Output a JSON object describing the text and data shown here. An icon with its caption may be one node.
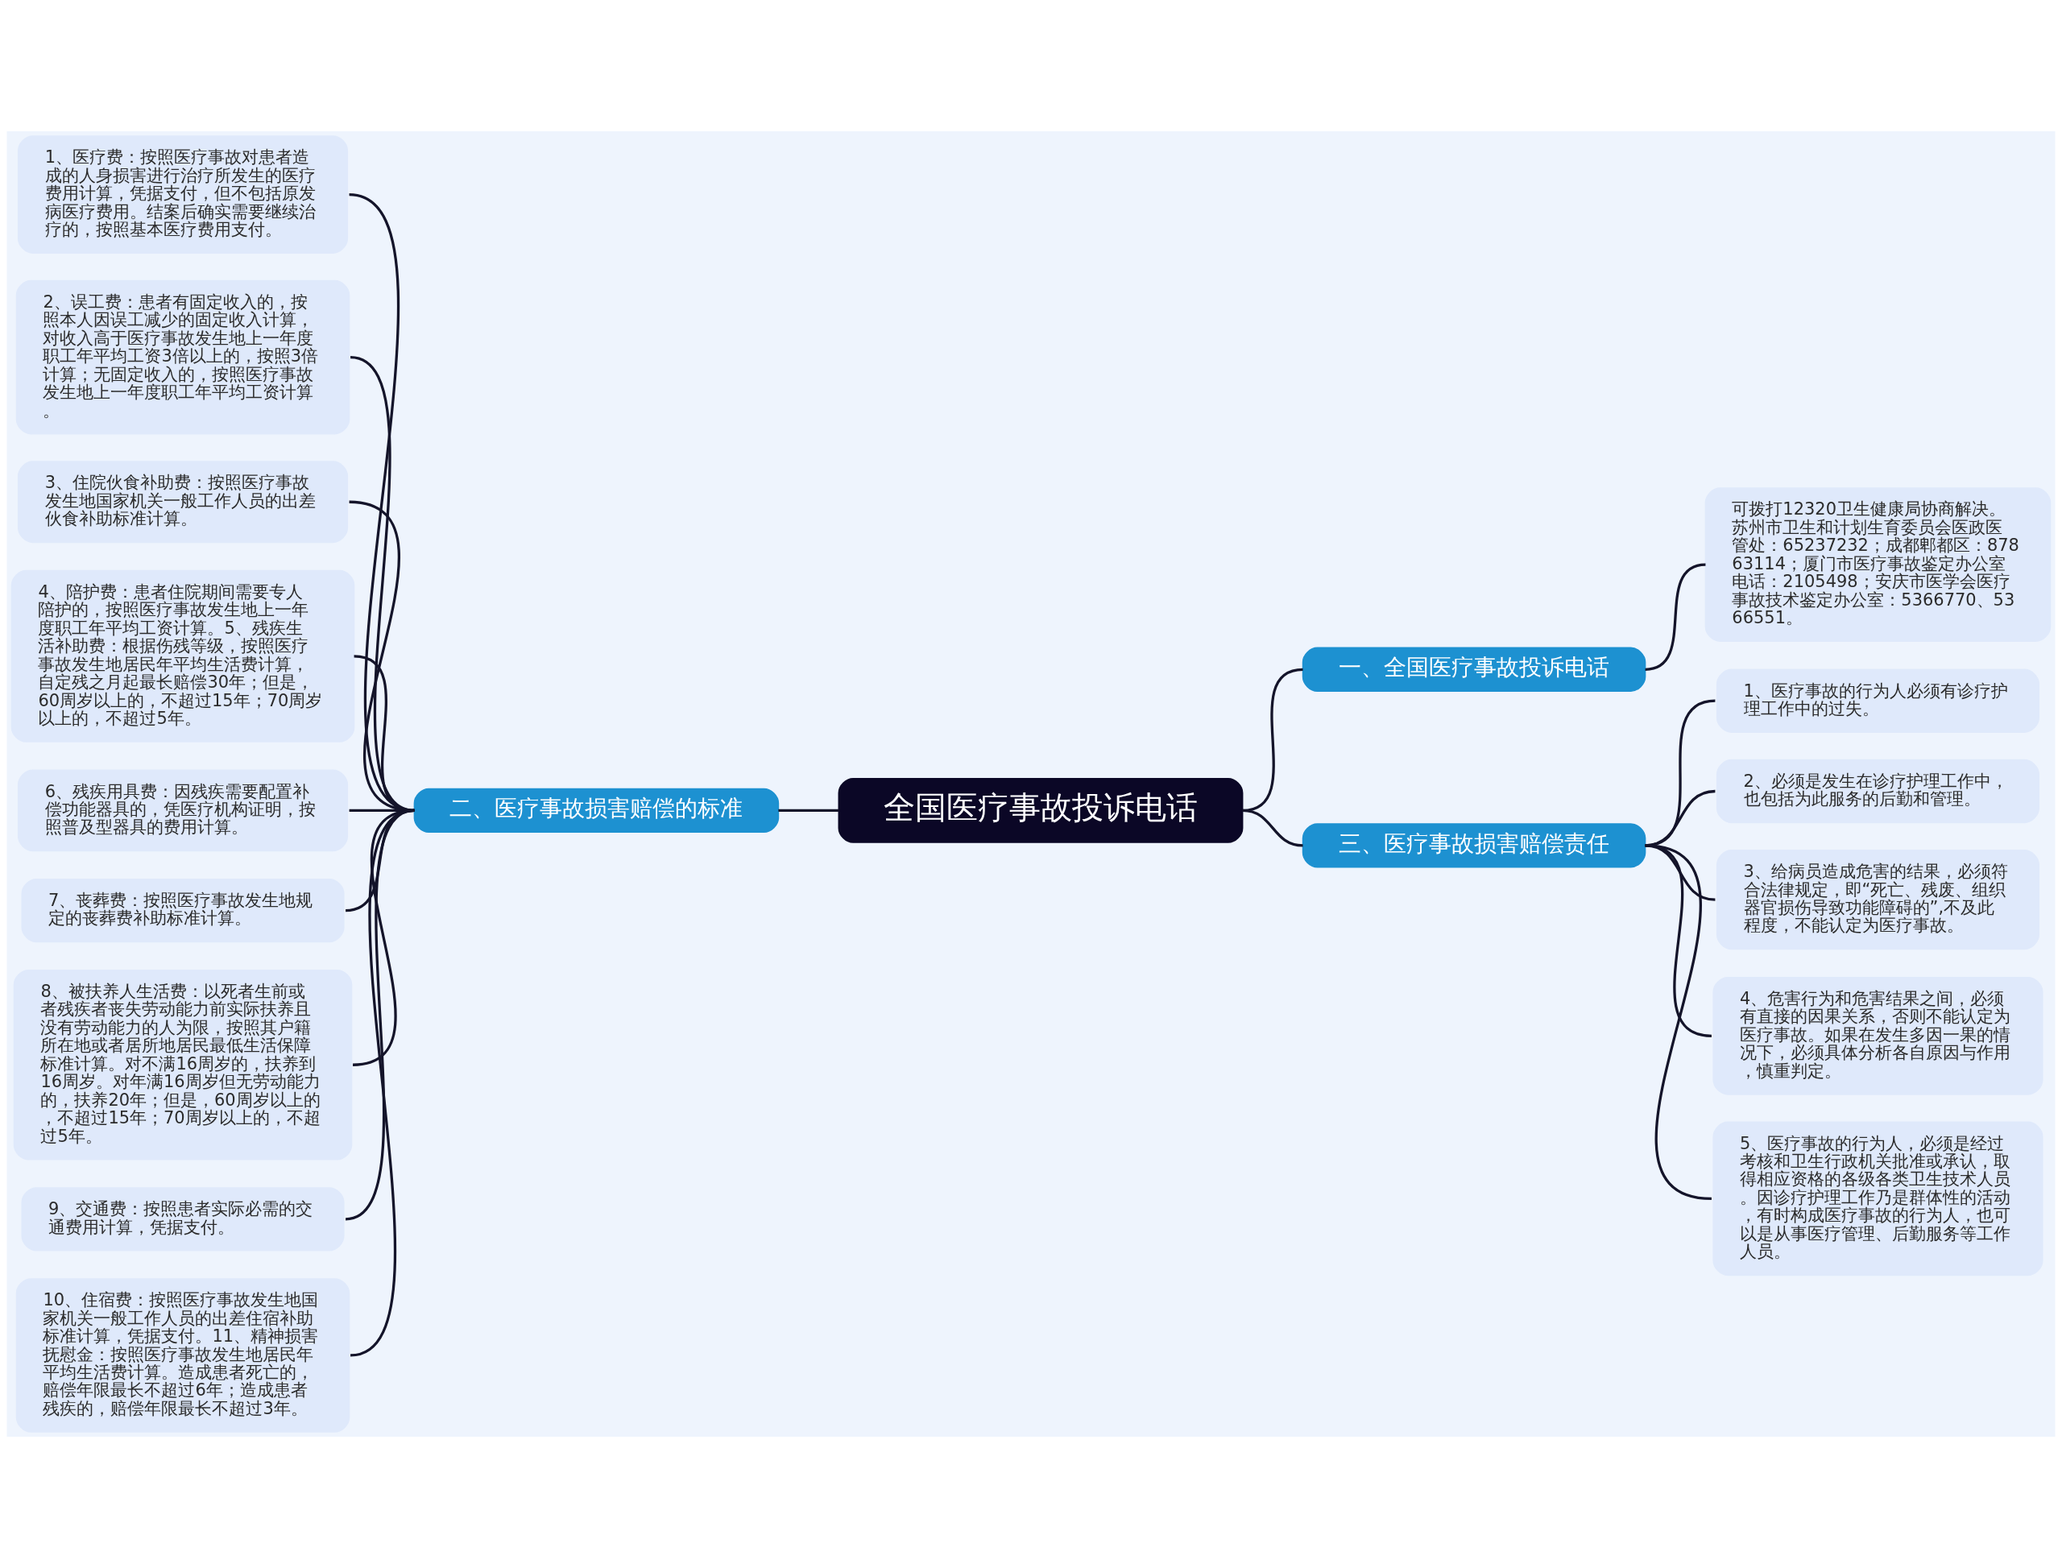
{
  "diagram": {
    "nodes": [
      {
        "text": [
          "全国医疗事故投诉电话"
        ]
      },
      {
        "text": [
          "一、全国医疗事故投诉电话"
        ]
      },
      {
        "text": [
          "可拨打12320卫生健康局协商解决。苏州市卫生和计划生育委员会医政医管处：65237232；成都郫都区：87863114；厦门市医疗事故鉴定办公室电话：2105498；安庆市医学会医疗事故技术鉴定办公室：5366770、5366551。"
        ]
      },
      {
        "text": [
          "二、医疗事故损害赔偿的标准"
        ]
      },
      {
        "text": [
          "1、医疗费：按照医疗事故对患者造成的人身损害进行治疗所发生的医疗费用计算，凭据支付，但不包括原发病医疗费用。结案后确实需要继续治疗的，按照基本医疗费用支付。"
        ]
      },
      {
        "text": [
          "2、误工费：患者有固定收入的，按照本人因误工减少的固定收入计算，对收入高于医疗事故发生地上一年度职工年平均工资3倍以上的，按照3倍计算；无固定收入的，按照医疗事故发生地上一年度职工年平均工资计算。"
        ]
      },
      {
        "text": [
          "3、住院伙食补助费：按照医疗事故发生地国家机关一般工作人员的出差伙食补助标准计算。"
        ]
      },
      {
        "text": [
          "4、陪护费：患者住院期间需要专人陪护的，按照医疗事故发生地上一年度职工年平均工资计算。5、残疾生活补助费：根据伤残等级，按照医疗事故发生地居民年平均生活费计算，自定残之月起最长赔偿30年；但是，60周岁以上的，不超过15年；70周岁以上的，不超过5年。"
        ]
      },
      {
        "text": [
          "6、残疾用具费：因残疾需要配置补偿功能器具的，凭医疗机构证明，按照普及型器具的费用计算。"
        ]
      },
      {
        "text": [
          "7、丧葬费：按照医疗事故发生地规定的丧葬费补助标准计算。"
        ]
      },
      {
        "text": [
          "8、被扶养人生活费：以死者生前或者残疾者丧失劳动能力前实际扶养且没有劳动能力的人为限，按照其户籍所在地或者居所地居民最低生活保障标准计算。对不满16周岁的，扶养到16周岁。对年满16周岁但无劳动能力的，扶养20年；但是，60周岁以上的，不超过15年；70周岁以上的，不超过5年。"
        ]
      },
      {
        "text": [
          "9、交通费：按照患者实际必需的交通费用计算，凭据支付。"
        ]
      },
      {
        "text": [
          "10、住宿费：按照医疗事故发生地国家机关一般工作人员的出差住宿补助标准计算，凭据支付。11、精神损害抚慰金：按照医疗事故发生地居民年平均生活费计算。造成患者死亡的，赔偿年限最长不超过6年；造成患者残疾的，赔偿年限最长不超过3年。"
        ]
      },
      {
        "text": [
          "三、医疗事故损害赔偿责任"
        ]
      },
      {
        "text": [
          "1、医疗事故的行为人必须有诊疗护理工作中的过失。"
        ]
      },
      {
        "text": [
          "2、必须是发生在诊疗护理工作中，也包括为此服务的后勤和管理。"
        ]
      },
      {
        "text": [
          "3、给病员造成危害的结果，必须符合法律规定，即“死亡、残废、组织器官损伤导致功能障碍的”,不及此程度，不能认定为医疗事故。"
        ]
      },
      {
        "text": [
          "4、危害行为和危害结果之间，必须有直接的因果关系，否则不能认定为医疗事故。如果在发生多因一果的情况下，必须具体分析各自原因与作用，慎重判定。"
        ]
      },
      {
        "text": [
          "5、医疗事故的行为人，必须是经过考核和卫生行政机关批准或承认，取得相应资格的各级各类卫生技术人员。因诊疗护理工作乃是群体性的活动，有时构成医疗事故的行为人，也可以是从事医疗管理、后勤服务等工作人员。"
        ]
      }
    ],
    "edges": [
      {
        "from": 4,
        "to": 3,
        "arrow": "none"
      },
      {
        "from": 5,
        "to": 3,
        "arrow": "none"
      },
      {
        "from": 6,
        "to": 3,
        "arrow": "none"
      },
      {
        "from": 7,
        "to": 3,
        "arrow": "none"
      },
      {
        "from": 8,
        "to": 3,
        "arrow": "none"
      },
      {
        "from": 9,
        "to": 3,
        "arrow": "none"
      },
      {
        "from": 10,
        "to": 3,
        "arrow": "none"
      },
      {
        "from": 11,
        "to": 3,
        "arrow": "none"
      },
      {
        "from": 12,
        "to": 3,
        "arrow": "none"
      },
      {
        "from": 3,
        "to": 0,
        "arrow": "none"
      },
      {
        "from": 0,
        "to": 1,
        "arrow": "none"
      },
      {
        "from": 0,
        "to": 13,
        "arrow": "none"
      },
      {
        "from": 1,
        "to": 2,
        "arrow": "none"
      },
      {
        "from": 13,
        "to": 14,
        "arrow": "none"
      },
      {
        "from": 13,
        "to": 15,
        "arrow": "none"
      },
      {
        "from": 13,
        "to": 16,
        "arrow": "none"
      },
      {
        "from": 13,
        "to": 17,
        "arrow": "none"
      },
      {
        "from": 13,
        "to": 18,
        "arrow": "none"
      }
    ]
  }
}
